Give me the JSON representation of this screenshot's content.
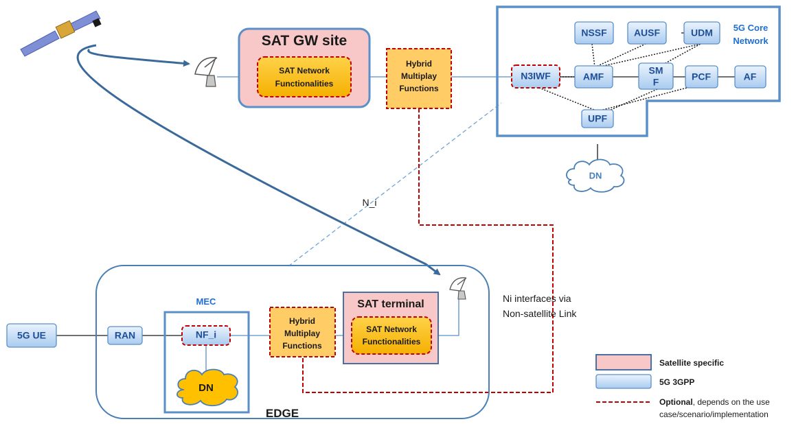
{
  "gw_site": {
    "title": "SAT GW site",
    "inner_line1": "SAT Network",
    "inner_line2": "Functionalities"
  },
  "hybrid_top": {
    "line1": "Hybrid",
    "line2": "Multiplay",
    "line3": "Functions"
  },
  "core": {
    "title_line1": "5G Core",
    "title_line2": "Network",
    "nf": {
      "nssf": "NSSF",
      "ausf": "AUSF",
      "udm": "UDM",
      "n3iwf": "N3IWF",
      "amf": "AMF",
      "smf_line1": "SM",
      "smf_line2": "F",
      "pcf": "PCF",
      "af": "AF",
      "upf": "UPF"
    }
  },
  "dn_top": "DN",
  "ni_label": "N_i",
  "edge": {
    "title": "EDGE",
    "mec_title": "MEC",
    "ue": "5G UE",
    "ran": "RAN",
    "nf_i": "NF_i",
    "dn": "DN",
    "hybrid_line1": "Hybrid",
    "hybrid_line2": "Multiplay",
    "hybrid_line3": "Functions",
    "terminal_title": "SAT terminal",
    "terminal_inner_line1": "SAT Network",
    "terminal_inner_line2": "Functionalities"
  },
  "ni_note": {
    "line1": "Ni interfaces via",
    "line2": "Non-satellite Link"
  },
  "legend": {
    "satellite": "Satellite specific",
    "threegpp": "5G 3GPP",
    "optional_bold": "Optional",
    "optional_rest": ", depends on the use",
    "optional_line2": "case/scenario/implementation"
  },
  "colors": {
    "frame_blue": "#5b8fc7",
    "satellite_fill": "#f8c8c8",
    "optional_red": "#c00000",
    "orange_fill": "#ffc000",
    "light_orange_fill": "#ffcc66"
  }
}
